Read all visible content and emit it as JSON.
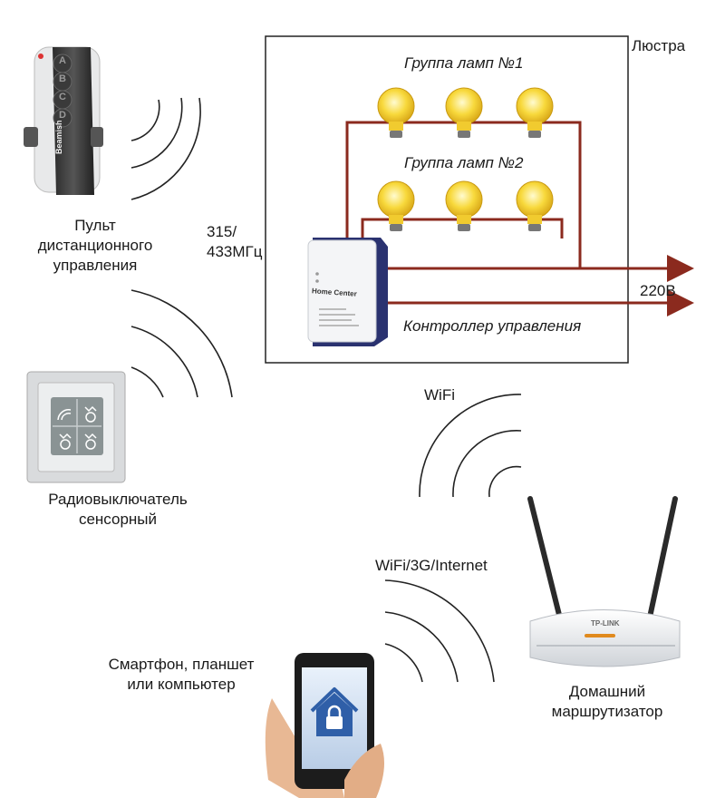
{
  "chandelier": {
    "label": "Люстра"
  },
  "groups": [
    {
      "label": "Группа ламп №1"
    },
    {
      "label": "Группа ламп №2"
    }
  ],
  "controller": {
    "label": "Контроллер управления",
    "device_text": "Home Center"
  },
  "power": {
    "label": "220В"
  },
  "remote": {
    "label_lines": [
      "Пульт",
      "дистанционного",
      "управления"
    ],
    "buttons": [
      "A",
      "B",
      "C",
      "D"
    ],
    "brand": "Beamish"
  },
  "frequency": {
    "lines": [
      "315/",
      "433МГц"
    ]
  },
  "switch": {
    "label_lines": [
      "Радиовыключатель",
      "сенсорный"
    ]
  },
  "wifi": {
    "label": "WiFi"
  },
  "wifi_3g": {
    "label": "WiFi/3G/Internet"
  },
  "router": {
    "label_lines": [
      "Домашний",
      "маршрутизатор"
    ],
    "brand": "TP-LINK"
  },
  "smartphone": {
    "label_lines": [
      "Смартфон, планшет",
      "или компьютер"
    ]
  },
  "colors": {
    "wire": "#8b2a1e",
    "lamp": "#f6d23a",
    "frame": "#222222"
  }
}
